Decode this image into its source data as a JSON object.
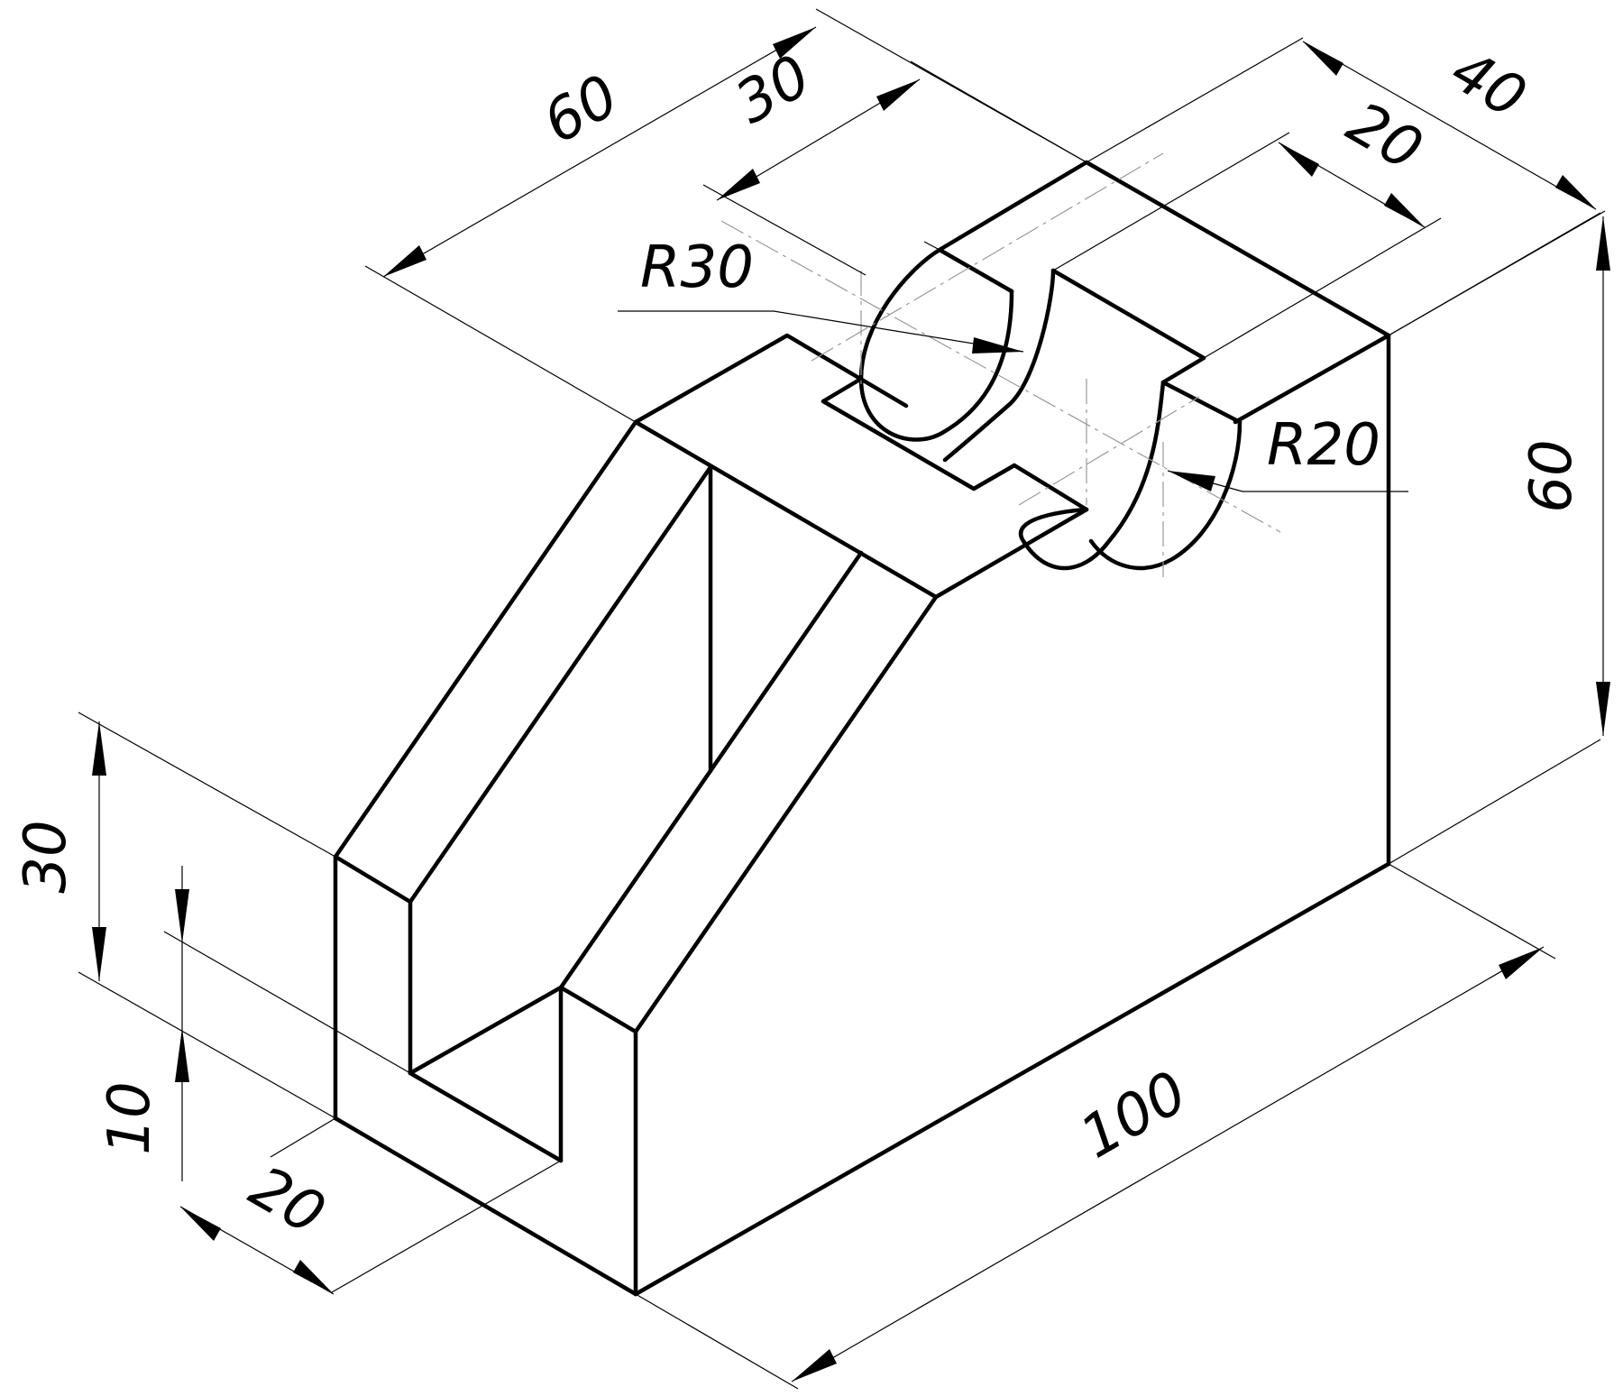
{
  "drawing": {
    "dimensions": {
      "overall_height": "60",
      "overall_length": "100",
      "depth": "40",
      "top_depth": "60",
      "cradle_spacing": "30",
      "slot_width": "20",
      "front_height": "30",
      "groove_depth": "10",
      "groove_width": "20",
      "large_radius": "R30",
      "small_radius": "R20"
    }
  }
}
